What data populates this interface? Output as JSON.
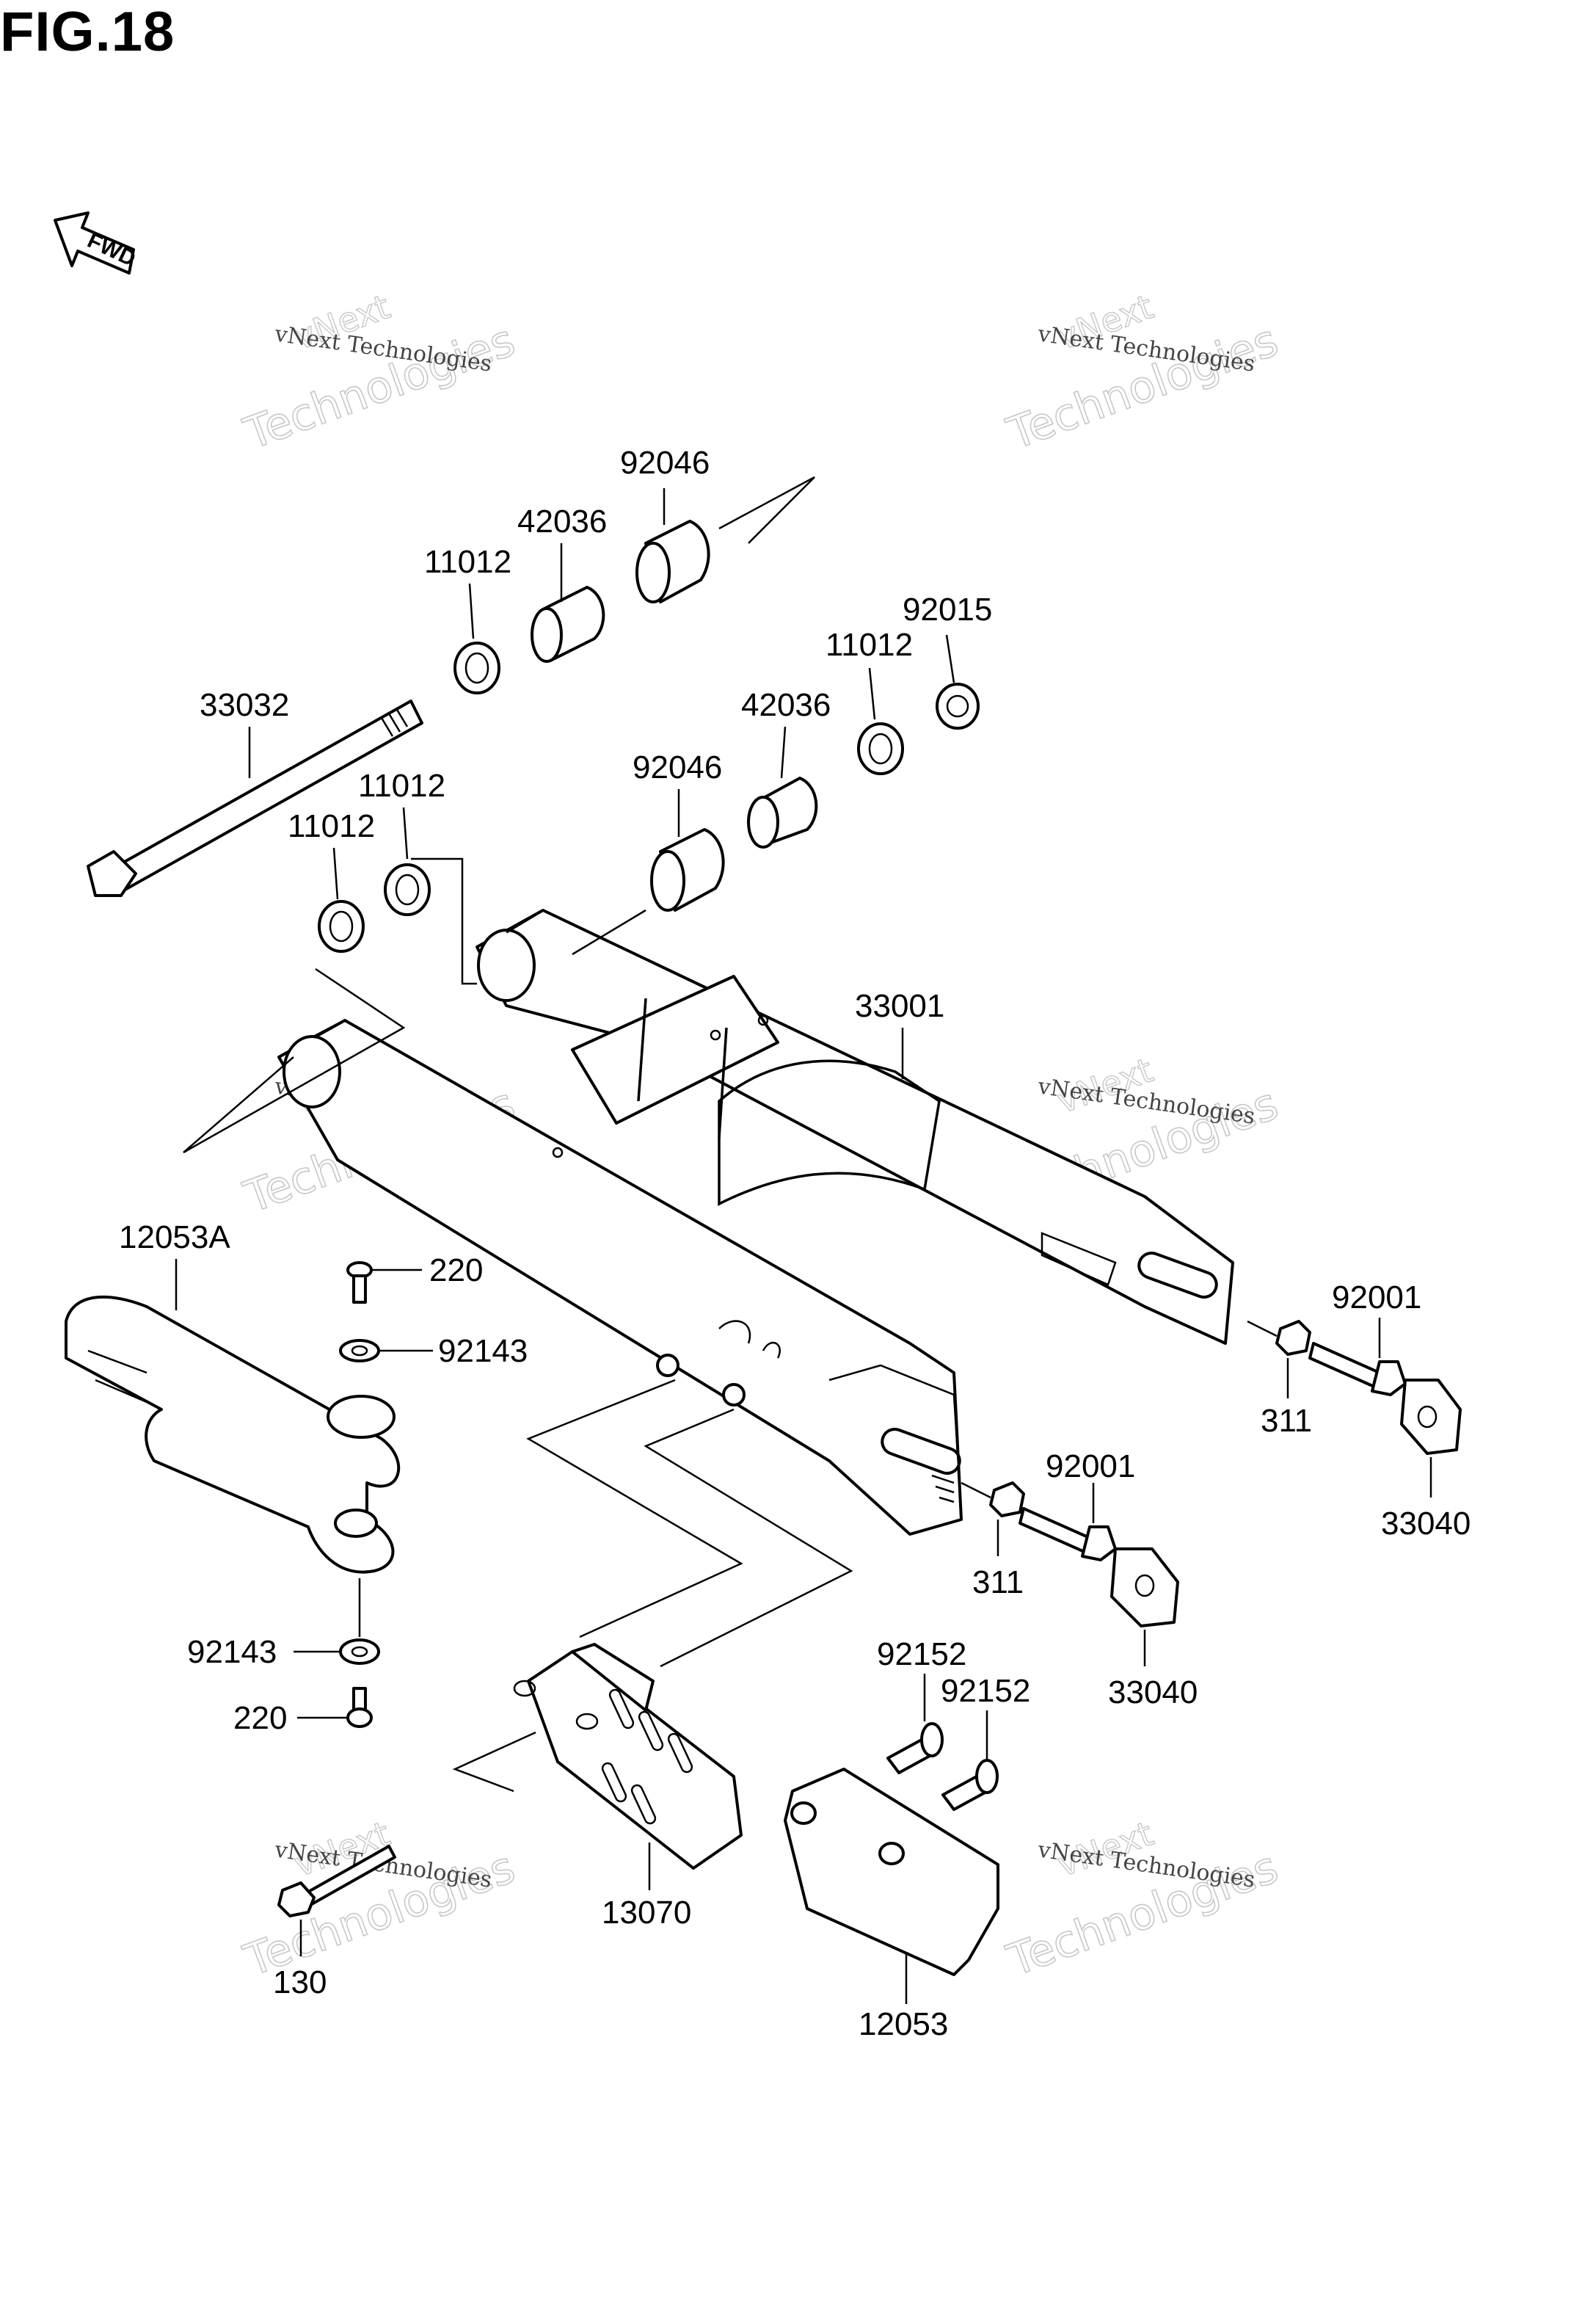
{
  "figure": {
    "title": "FIG.18"
  },
  "direction_arrow": {
    "label": "FWD",
    "icon": "forward-arrow-icon"
  },
  "watermark": {
    "line1": "vNext Technologies",
    "line2": "Technologies",
    "line3": "vNext"
  },
  "parts": {
    "p92046_top": "92046",
    "p42036_top": "42036",
    "p11012_top": "11012",
    "p92015": "92015",
    "p11012_right": "11012",
    "p42036_mid": "42036",
    "p33032": "33032",
    "p92046_mid": "92046",
    "p11012_midA": "11012",
    "p11012_midB": "11012",
    "p33001": "33001",
    "p12053A": "12053A",
    "p220_top": "220",
    "p92143_top": "92143",
    "p92001_right": "92001",
    "p311_right": "311",
    "p33040_right": "33040",
    "p92001_mid": "92001",
    "p311_mid": "311",
    "p33040_mid": "33040",
    "p92152_a": "92152",
    "p92152_b": "92152",
    "p92143_bottom": "92143",
    "p220_bottom": "220",
    "p13070": "13070",
    "p130": "130",
    "p12053": "12053"
  }
}
